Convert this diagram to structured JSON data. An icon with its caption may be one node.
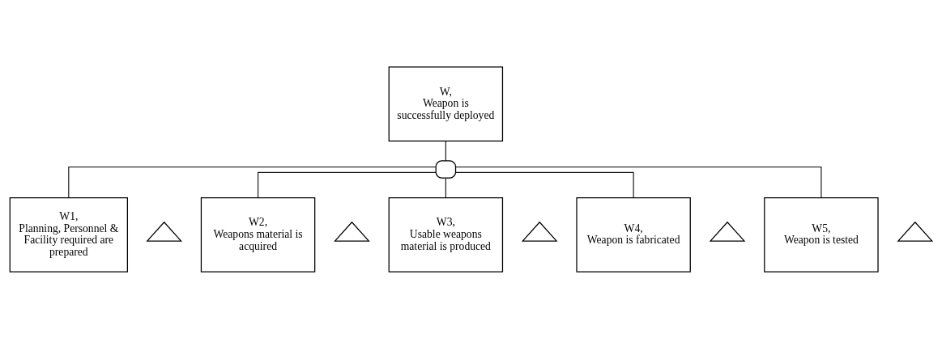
{
  "diagram": {
    "nodes": [
      {
        "text": [
          "W,",
          "Weapon is successfully deployed"
        ]
      },
      {
        "text": [],
        "shape": "dome"
      },
      {
        "text": [
          "W1,",
          "Planning, Personnel & Facility required are prepared"
        ]
      },
      {
        "text": [
          "W2,",
          "Weapons material is acquired"
        ]
      },
      {
        "text": [
          "W3,",
          "Usable weapons material is produced"
        ]
      },
      {
        "text": [
          "W4,",
          "Weapon is fabricated"
        ]
      },
      {
        "text": [
          "W5,",
          "Weapon is tested"
        ]
      },
      {
        "text": [],
        "shape": "triangle"
      },
      {
        "text": [],
        "shape": "triangle"
      },
      {
        "text": [],
        "shape": "triangle"
      },
      {
        "text": [],
        "shape": "triangle"
      },
      {
        "text": [],
        "shape": "triangle"
      }
    ],
    "edges": [
      {
        "from": 0,
        "to": 1,
        "arrow": "none"
      },
      {
        "from": 1,
        "to": 2,
        "arrow": "none"
      },
      {
        "from": 1,
        "to": 3,
        "arrow": "none"
      },
      {
        "from": 1,
        "to": 4,
        "arrow": "none"
      },
      {
        "from": 1,
        "to": 5,
        "arrow": "none"
      },
      {
        "from": 1,
        "to": 6,
        "arrow": "none"
      }
    ]
  }
}
